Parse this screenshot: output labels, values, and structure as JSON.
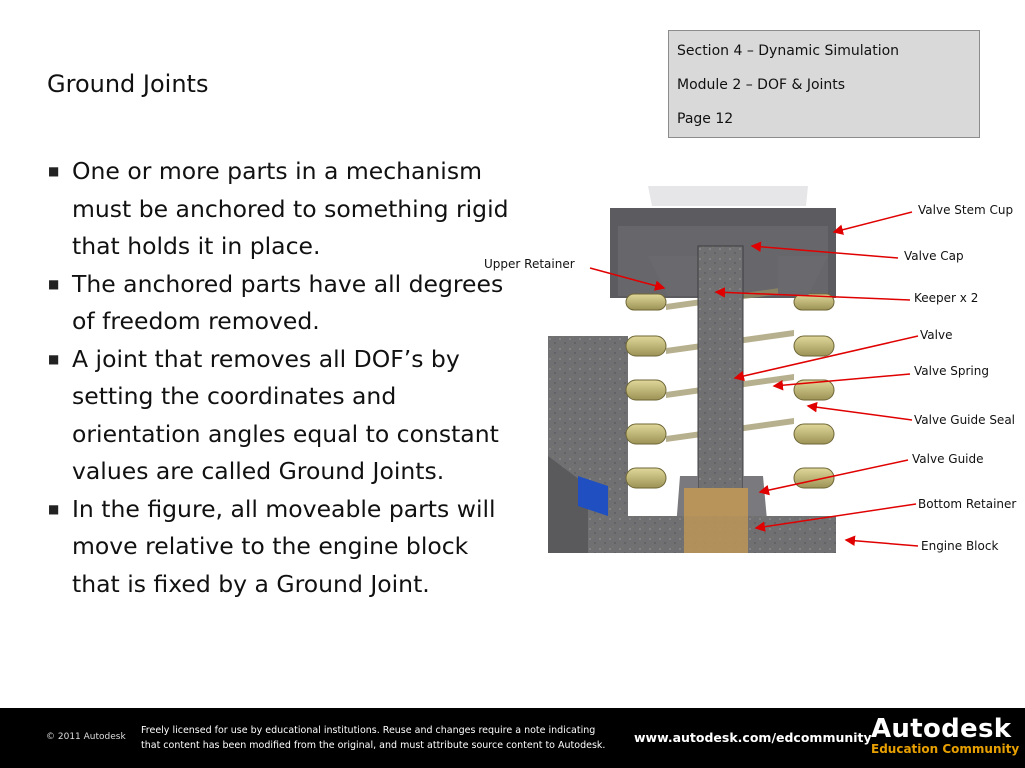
{
  "slide": {
    "title": "Ground Joints",
    "section": "Section 4 – Dynamic Simulation",
    "module": "Module 2 – DOF & Joints",
    "page": "Page 12"
  },
  "bullets": [
    "One or more parts in a mechanism must be anchored to something rigid that holds it in place.",
    "The anchored parts have all degrees of freedom removed.",
    "A joint that removes all DOF’s by setting the coordinates and orientation angles equal to constant values are called Ground Joints.",
    "In the figure, all moveable parts will move relative to the engine block that is fixed by a Ground Joint."
  ],
  "bullet_icon": "square-bullet-icon",
  "callouts": {
    "upper_retainer": "Upper Retainer",
    "valve_stem_cup": "Valve Stem Cup",
    "valve_cap": "Valve Cap",
    "keeper": "Keeper x 2",
    "valve": "Valve",
    "valve_spring": "Valve Spring",
    "valve_guide_seal": "Valve Guide Seal",
    "valve_guide": "Valve Guide",
    "bottom_retainer": "Bottom Retainer",
    "engine_block": "Engine Block"
  },
  "footer": {
    "copyright": "© 2011 Autodesk",
    "license_line1": "Freely licensed for use by educational institutions. Reuse and changes require a note indicating",
    "license_line2": "that content has been modified from the original, and must attribute source content to Autodesk.",
    "url": "www.autodesk.com/edcommunity",
    "brand": "Autodesk",
    "brand_sub": "Education Community"
  },
  "colors": {
    "callout_arrow": "#e00000",
    "section_box": "#d9d9d9",
    "footer_bg": "#000000",
    "brand_accent": "#e8a000",
    "spring": "#c9bf7a",
    "metal": "#6e6e70"
  }
}
